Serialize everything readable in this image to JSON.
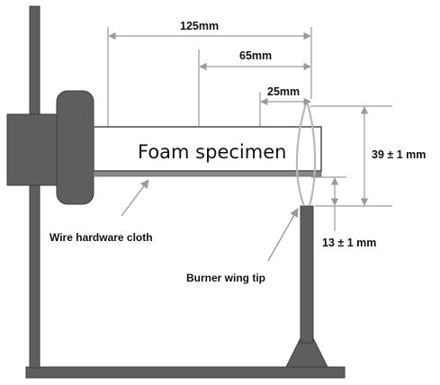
{
  "labels": {
    "specimen": "Foam specimen",
    "dim_125": "125mm",
    "dim_65": "65mm",
    "dim_25": "25mm",
    "dim_39": "39 ± 1 mm",
    "dim_13": "13 ± 1 mm",
    "wire_cloth": "Wire hardware cloth",
    "burner_tip": "Burner wing tip"
  },
  "colors": {
    "metal": "#5e5e5e",
    "specimen_fill": "#ffffff",
    "dimension_line": "#9a9a9a",
    "flame_outline": "#b8b8b8"
  }
}
